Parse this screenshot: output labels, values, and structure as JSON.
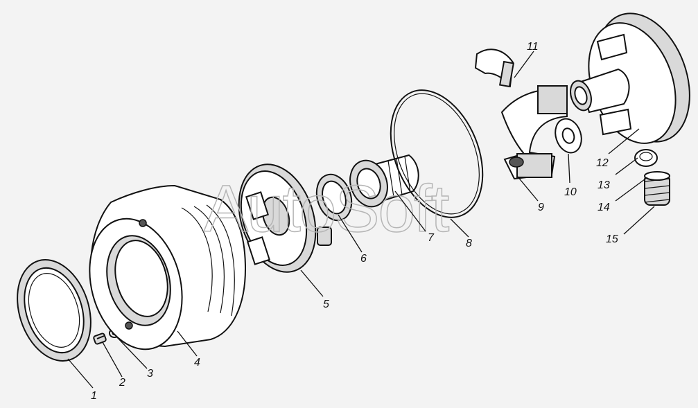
{
  "watermark": "AutoSoft",
  "callouts": [
    {
      "id": "1",
      "label": "1"
    },
    {
      "id": "2",
      "label": "2"
    },
    {
      "id": "3",
      "label": "3"
    },
    {
      "id": "4",
      "label": "4"
    },
    {
      "id": "5",
      "label": "5"
    },
    {
      "id": "6",
      "label": "6"
    },
    {
      "id": "7",
      "label": "7"
    },
    {
      "id": "8",
      "label": "8"
    },
    {
      "id": "9",
      "label": "9"
    },
    {
      "id": "10",
      "label": "10"
    },
    {
      "id": "11",
      "label": "11"
    },
    {
      "id": "12",
      "label": "12"
    },
    {
      "id": "13",
      "label": "13"
    },
    {
      "id": "14",
      "label": "14"
    },
    {
      "id": "15",
      "label": "15"
    }
  ]
}
